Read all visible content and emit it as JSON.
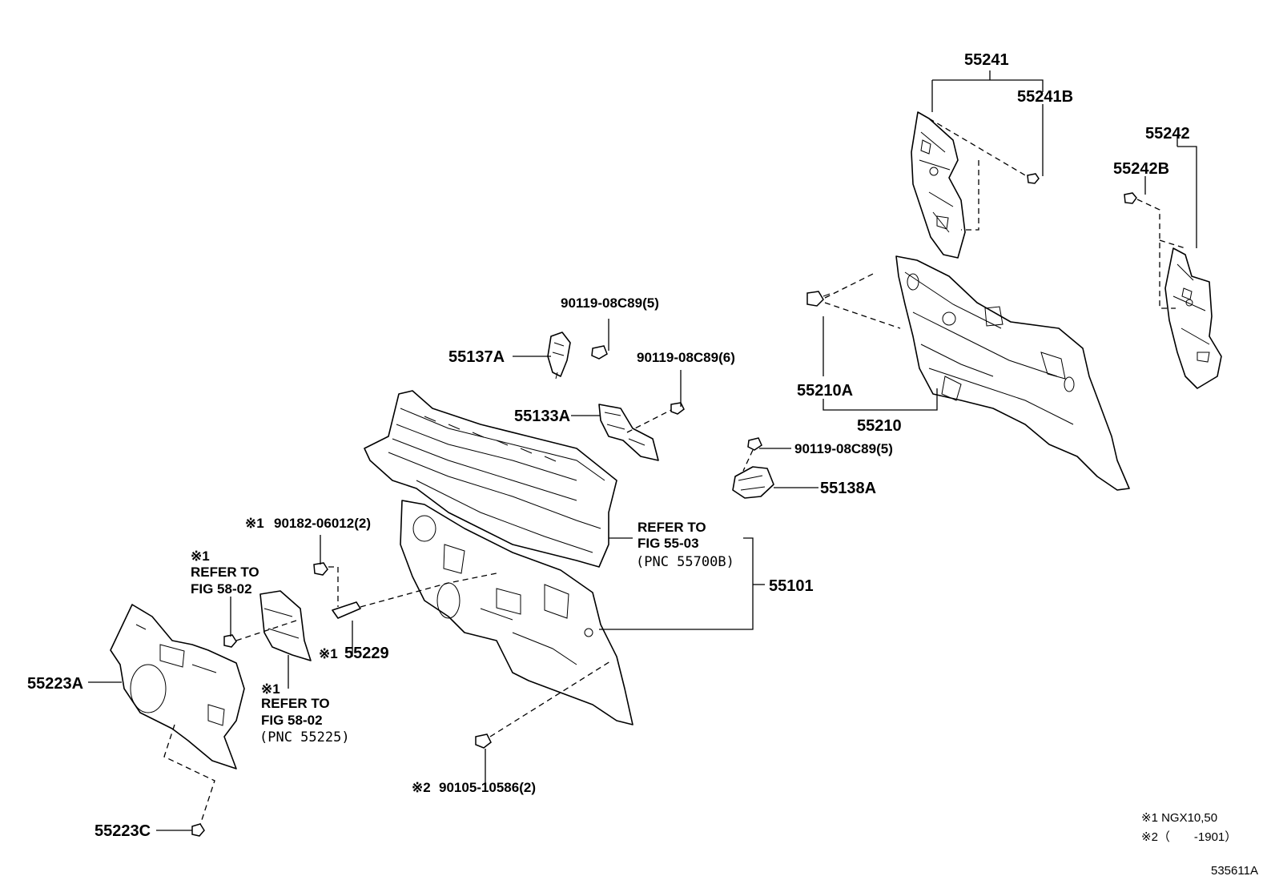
{
  "labels": {
    "p55241": "55241",
    "p55241B": "55241B",
    "p55242": "55242",
    "p55242B": "55242B",
    "p55210A": "55210A",
    "p55210": "55210",
    "p90119_a": "90119-08C89(5)",
    "p90119_b": "90119-08C89(6)",
    "p90119_c": "90119-08C89(5)",
    "p55137A": "55137A",
    "p55133A": "55133A",
    "p55138A": "55138A",
    "p55101": "55101",
    "p90182": "90182-06012(2)",
    "p55229": "55229",
    "p55223A": "55223A",
    "p55223C": "55223C",
    "p90105": "90105-10586(2)"
  },
  "marks": {
    "m1": "※1",
    "m2": "※2"
  },
  "refs": {
    "ref1_line1": "REFER TO",
    "ref1_line2": "FIG 55-03",
    "ref1_line3": "(PNC 55700B)",
    "ref2_line1": "REFER TO",
    "ref2_line2": "FIG 58-02",
    "ref3_line1": "REFER TO",
    "ref3_line2": "FIG 58-02",
    "ref3_line3": "(PNC 55225)"
  },
  "footnotes": {
    "note1": "※1 NGX10,50",
    "note2": "※2（　　-1901）"
  },
  "figure_id": "535611A"
}
